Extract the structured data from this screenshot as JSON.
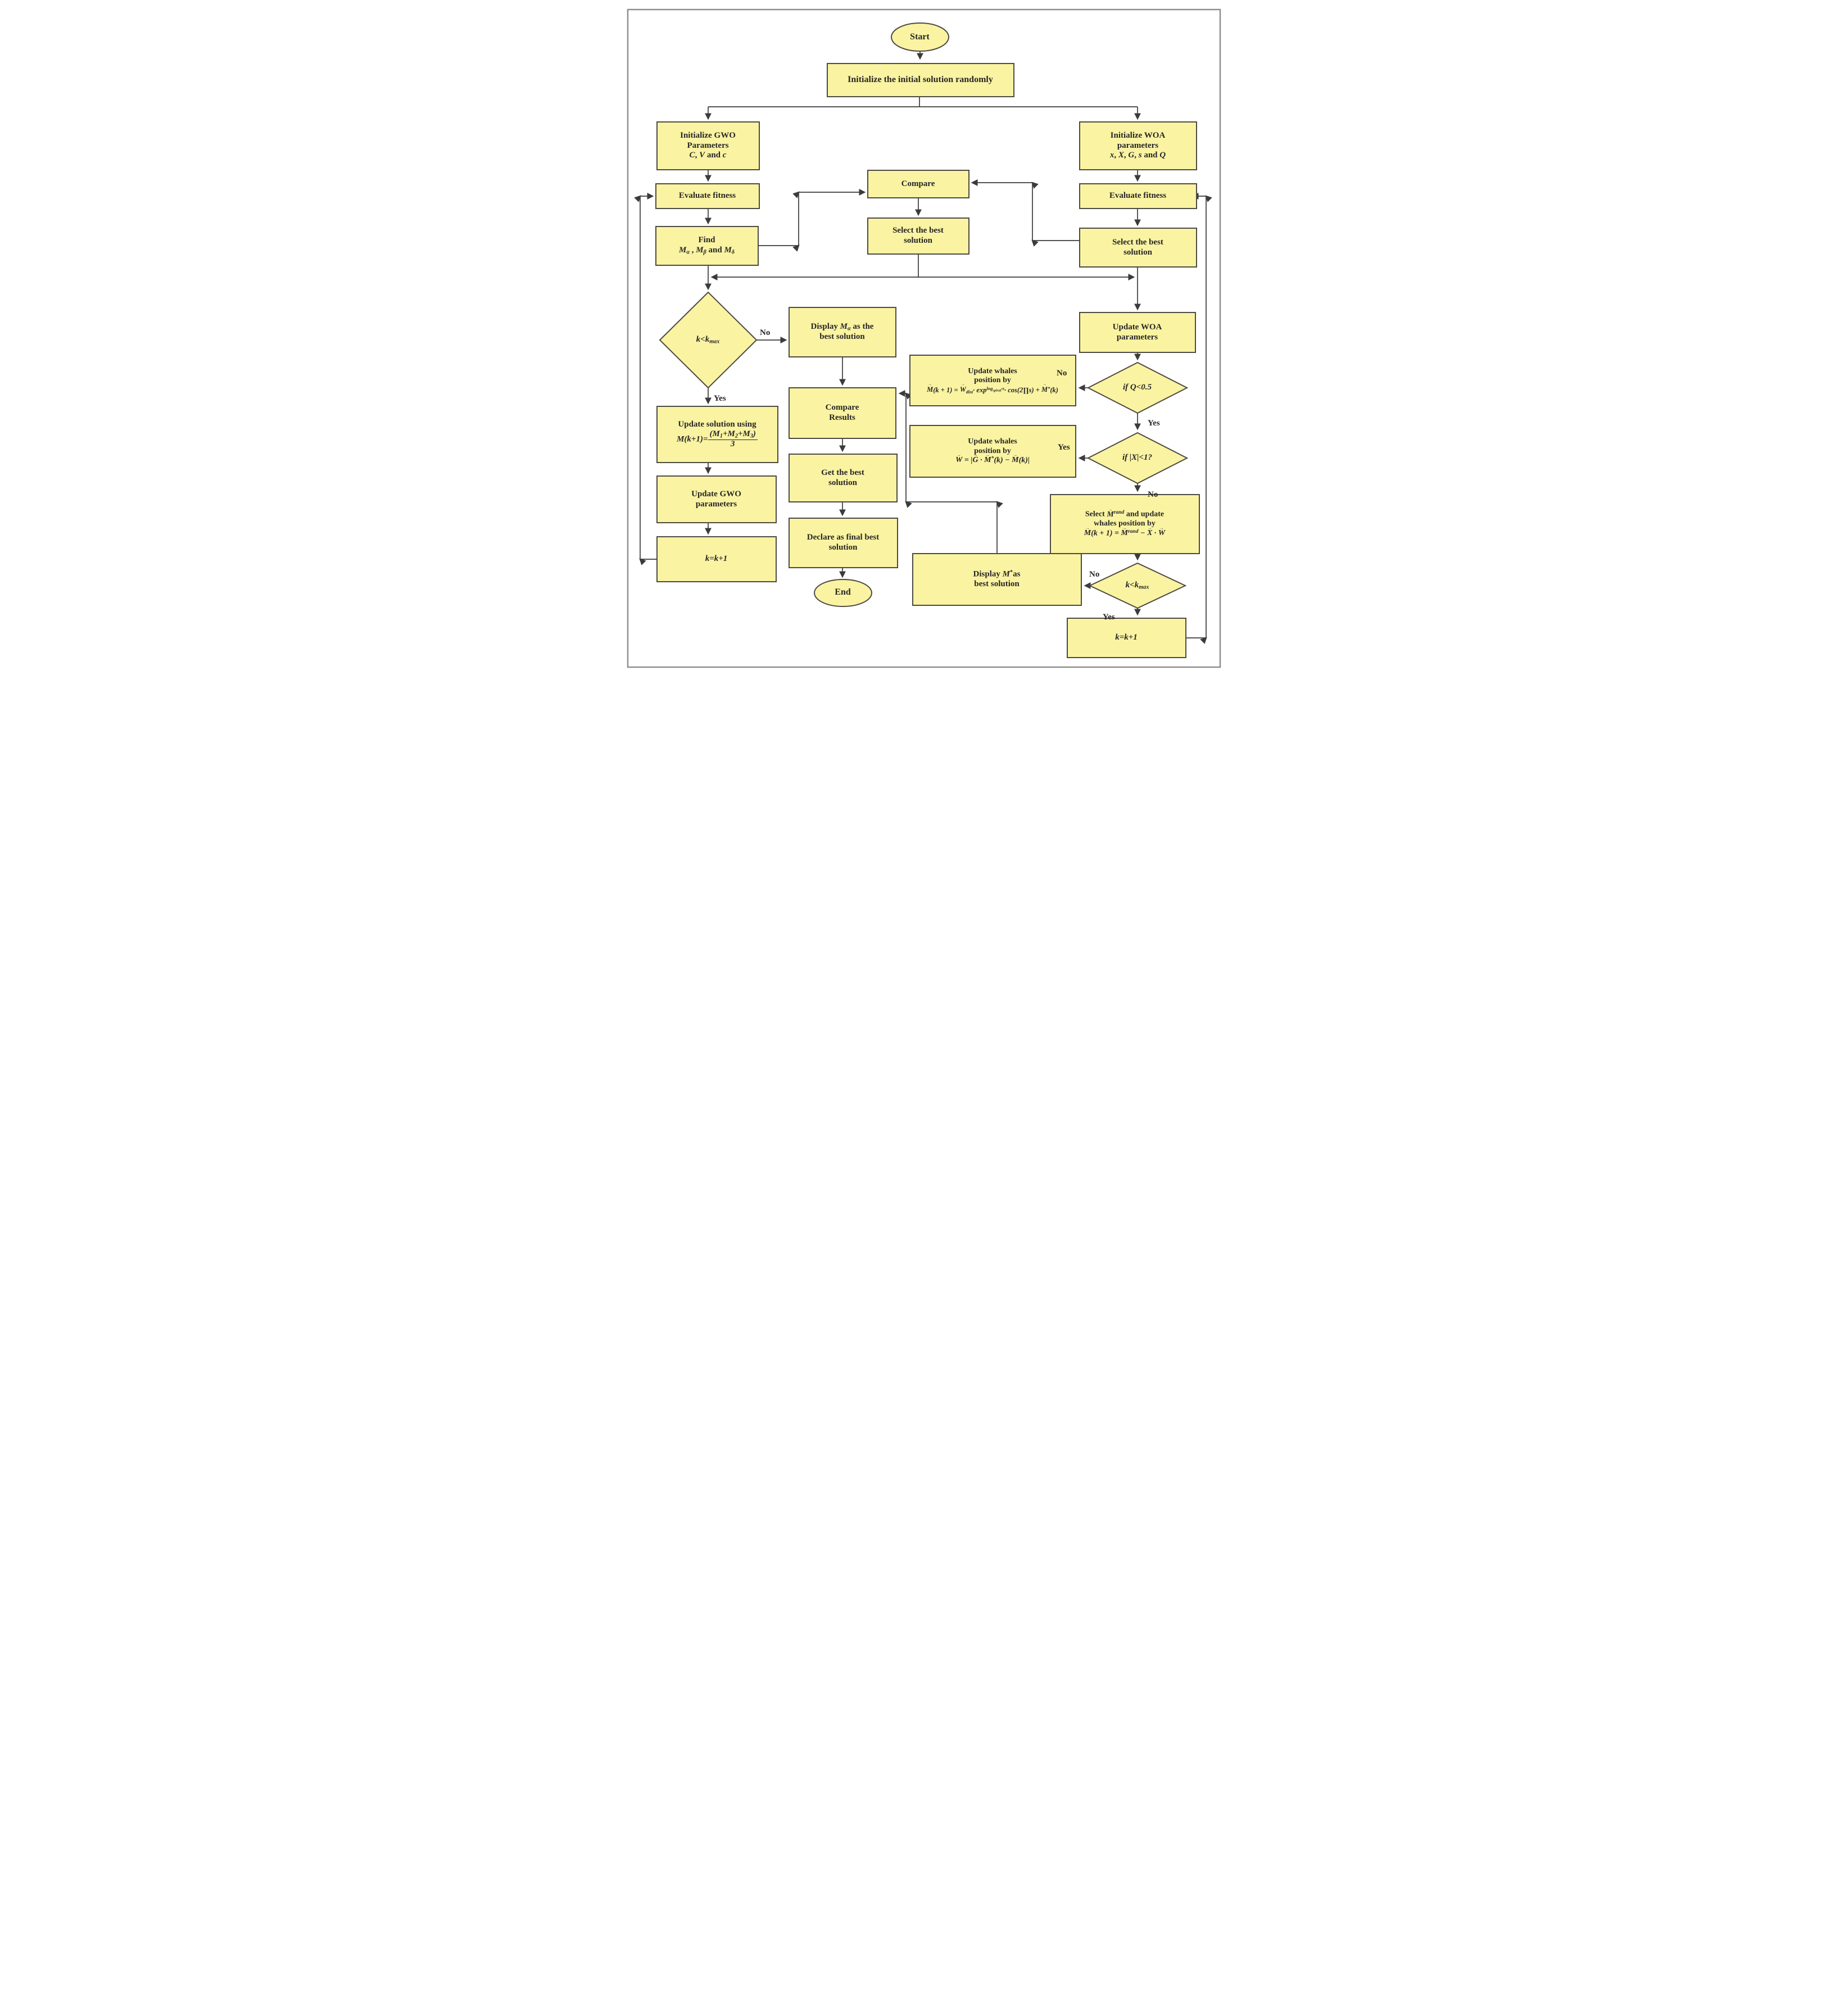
{
  "colors": {
    "node_fill": "#faf3a2",
    "node_border": "#4d4a42",
    "arrow": "#3b3b3b",
    "text": "#262626",
    "frame": "#8f8f8f"
  },
  "glyphs": {
    "vec": "→"
  },
  "edge_labels": {
    "no_k_left": "No",
    "yes_k_left": "Yes",
    "no_q": "No",
    "yes_q": "Yes",
    "yes_x": "Yes",
    "no_x": "No",
    "no_k_right": "No",
    "yes_k_right": "Yes"
  },
  "nodes": {
    "start": {
      "label": "Start"
    },
    "init_solution": {
      "label": "Initialize the initial solution randomly"
    },
    "init_gwo": {
      "l1": "Initialize GWO",
      "l2": "Parameters",
      "f": [
        {
          "t": "C",
          "i": 1
        },
        {
          "t": ", "
        },
        {
          "t": "V",
          "i": 1
        },
        {
          "t": " and "
        },
        {
          "t": "c",
          "i": 1
        }
      ]
    },
    "init_woa": {
      "l1": "Initialize WOA",
      "l2": "parameters",
      "f": [
        {
          "t": "x",
          "i": 1
        },
        {
          "t": ", "
        },
        {
          "t": "X",
          "i": 1
        },
        {
          "t": ", "
        },
        {
          "t": "G",
          "i": 1
        },
        {
          "t": ", "
        },
        {
          "t": "s",
          "i": 1
        },
        {
          "t": " and "
        },
        {
          "t": "Q",
          "i": 1
        }
      ]
    },
    "eval_fitness_left": {
      "label": "Evaluate fitness"
    },
    "eval_fitness_right": {
      "label": "Evaluate fitness"
    },
    "compare": {
      "label": "Compare"
    },
    "select_best_mid": {
      "l1": "Select the best",
      "l2": "solution"
    },
    "find": {
      "l1": "Find",
      "f": [
        {
          "t": "M",
          "i": 1
        },
        {
          "t": "α",
          "i": 1,
          "sub": 1
        },
        {
          "t": " , "
        },
        {
          "t": "M",
          "i": 1
        },
        {
          "t": "β",
          "i": 1,
          "sub": 1
        },
        {
          "t": " and "
        },
        {
          "t": "M",
          "i": 1
        },
        {
          "t": "δ",
          "i": 1,
          "sub": 1
        }
      ]
    },
    "select_best_right": {
      "l1": "Select the best",
      "l2": "solution"
    },
    "update_woa": {
      "l1": "Update WOA",
      "l2": "parameters"
    },
    "k_check_left": {
      "f": [
        {
          "t": "k",
          "i": 1
        },
        {
          "t": "<"
        },
        {
          "t": "k",
          "i": 1
        },
        {
          "t": "max",
          "i": 1,
          "sub": 1
        }
      ]
    },
    "display_ma": {
      "f1": [
        {
          "t": "Display "
        },
        {
          "t": "M",
          "i": 1
        },
        {
          "t": "α",
          "i": 1,
          "sub": 1
        },
        {
          "t": " as the"
        }
      ],
      "l2": "best solution"
    },
    "update_solution": {
      "l1": "Update solution using",
      "f": [
        {
          "t": "M(k+1)=",
          "i": 1
        },
        {
          "frac": {
            "num": [
              {
                "t": "(M",
                "i": 1
              },
              {
                "t": "1",
                "i": 1,
                "sub": 1
              },
              {
                "t": "+M",
                "i": 1
              },
              {
                "t": "2",
                "i": 1,
                "sub": 1
              },
              {
                "t": "+M",
                "i": 1
              },
              {
                "t": "3",
                "i": 1,
                "sub": 1
              },
              {
                "t": ")",
                "i": 1
              }
            ],
            "den": [
              {
                "t": "3",
                "i": 1
              }
            ]
          }
        }
      ]
    },
    "compare_results": {
      "l1": "Compare",
      "l2": "Results"
    },
    "update_gwo": {
      "l1": "Update GWO",
      "l2": "parameters"
    },
    "k_inc_left": {
      "f": [
        {
          "t": "k=k+1",
          "i": 1
        }
      ]
    },
    "get_best": {
      "l1": "Get the best",
      "l2": "solution"
    },
    "declare_final": {
      "l1": "Declare as final best",
      "l2": "solution"
    },
    "end": {
      "label": "End"
    },
    "q_check": {
      "f": [
        {
          "t": "if Q<0.5",
          "i": 1
        }
      ]
    },
    "update_whales_spiral": {
      "l1": "Update whales",
      "l2": "position by",
      "f": [
        {
          "t": "M",
          "i": 1,
          "vec": 1
        },
        {
          "t": "(k + 1) = ",
          "i": 1
        },
        {
          "t": "W",
          "i": 1,
          "vec": 1
        },
        {
          "t": "dist",
          "i": 1,
          "sub": 1
        },
        {
          "t": "· exp",
          "i": 1
        },
        {
          "t": "log",
          "i": 1,
          "sup": 1
        },
        {
          "t": "spiral",
          "i": 1,
          "sup": 1,
          "sub": 1
        },
        {
          "t": "·s",
          "i": 1,
          "sup": 1
        },
        {
          "t": "· cos(2∏s) + ",
          "i": 1
        },
        {
          "t": "M",
          "i": 1,
          "vec": 1
        },
        {
          "t": "*",
          "i": 1,
          "sup": 1
        },
        {
          "t": "(k)",
          "i": 1
        }
      ]
    },
    "x_check": {
      "f": [
        {
          "t": "if |X|<1?",
          "i": 1
        }
      ]
    },
    "update_whales_encircle": {
      "l1": "Update whales",
      "l2": "position by",
      "f": [
        {
          "t": "W",
          "i": 1,
          "vec": 1
        },
        {
          "t": " = |",
          "i": 1
        },
        {
          "t": "G",
          "i": 1,
          "vec": 1
        },
        {
          "t": " · ",
          "i": 1
        },
        {
          "t": "M",
          "i": 1,
          "vec": 1
        },
        {
          "t": "*",
          "i": 1,
          "sup": 1
        },
        {
          "t": "(k) − ",
          "i": 1
        },
        {
          "t": "M",
          "i": 1,
          "vec": 1
        },
        {
          "t": "(k)|",
          "i": 1
        }
      ]
    },
    "select_rand": {
      "f1": [
        {
          "t": "Select "
        },
        {
          "t": "M",
          "i": 1,
          "vec": 1
        },
        {
          "t": "rand",
          "i": 1,
          "sup": 1
        },
        {
          "t": " and update"
        }
      ],
      "l2": "whales position by",
      "f": [
        {
          "t": "M",
          "i": 1,
          "vec": 1
        },
        {
          "t": "(k + 1) = ",
          "i": 1
        },
        {
          "t": "M",
          "i": 1,
          "vec": 1
        },
        {
          "t": "rand",
          "i": 1,
          "sup": 1
        },
        {
          "t": " − ",
          "i": 1
        },
        {
          "t": "X",
          "i": 1,
          "vec": 1
        },
        {
          "t": " · ",
          "i": 1
        },
        {
          "t": "W",
          "i": 1,
          "vec": 1
        }
      ]
    },
    "k_check_right": {
      "f": [
        {
          "t": "k",
          "i": 1
        },
        {
          "t": "<"
        },
        {
          "t": "k",
          "i": 1
        },
        {
          "t": "max",
          "i": 1,
          "sub": 1
        }
      ]
    },
    "display_ms": {
      "f1": [
        {
          "t": "Display "
        },
        {
          "t": "M",
          "i": 1
        },
        {
          "t": "*",
          "sup": 1
        },
        {
          "t": "as"
        }
      ],
      "l2": "best solution"
    },
    "k_inc_right": {
      "f": [
        {
          "t": "k=k+1",
          "i": 1
        }
      ]
    }
  }
}
